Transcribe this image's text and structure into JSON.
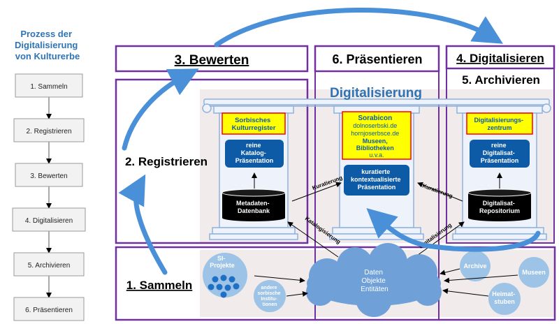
{
  "sidebar": {
    "title_lines": [
      "Prozess der",
      "Digitalisierung",
      "von Kulturerbe"
    ],
    "steps": [
      "1. Sammeln",
      "2. Registrieren",
      "3. Bewerten",
      "4. Digitalisieren",
      "5. Archivieren",
      "6. Präsentieren"
    ]
  },
  "stages": {
    "sammeln": "1. Sammeln",
    "registrieren": "2. Registrieren",
    "bewerten": "3. Bewerten",
    "digitalisieren": "4. Digitalisieren",
    "archivieren": "5. Archivieren",
    "praesentieren": "6. Präsentieren"
  },
  "digitalisierung_banner": "Digitalisierung",
  "pillar_left": {
    "header_lines": [
      "Sorbisches",
      "Kulturregister"
    ],
    "box_lines": [
      "reine",
      "Katalog-",
      "Präsentation"
    ],
    "db_lines": [
      "Metadaten-",
      "Datenbank"
    ]
  },
  "pillar_center": {
    "header_lines": [
      "Sorabicon",
      "dolnoserbski.de",
      "hornjoserbsce.de",
      "Museen,",
      "Bibliotheken",
      "u.v.a."
    ],
    "box_lines": [
      "kuratierte",
      "kontextualisierte",
      "Präsentation"
    ]
  },
  "pillar_right": {
    "header_lines": [
      "Digitalisierungs-",
      "zentrum"
    ],
    "box_lines": [
      "reine",
      "Digitalisat-",
      "Präsentation"
    ],
    "db_lines": [
      "Digitalisat-",
      "Repositorium"
    ]
  },
  "flow_labels": {
    "kuratierung_left": "Kuratierung",
    "kuratierung_right": "Kuratierung",
    "katalogisierung": "Katalogisierung",
    "digitalisierung": "Digitalisierung"
  },
  "cloud_lines": [
    "Daten",
    "Objekte",
    "Entitäten"
  ],
  "sources": {
    "si_projekte_lines": [
      "SI-",
      "Projekte"
    ],
    "andere_lines": [
      "andere",
      "sorbische",
      "Institu-",
      "tionen"
    ],
    "archive": "Archive",
    "museen": "Museen",
    "heimatstuben_lines": [
      "Heimat-",
      "stuben"
    ]
  },
  "colors": {
    "purple": "#7030a0",
    "arrow_blue": "#4a90d9",
    "dark_blue": "#0d5aa7",
    "title_blue": "#2e74b5",
    "yellow": "#ffff00",
    "red": "#ff0000",
    "node_blue": "#9dc3e6",
    "cloud_blue": "#6fa0d8",
    "dot_blue": "#1f6fc5",
    "pillar_fill": "#eef3fb",
    "pillar_stroke": "#8fb1dc"
  }
}
